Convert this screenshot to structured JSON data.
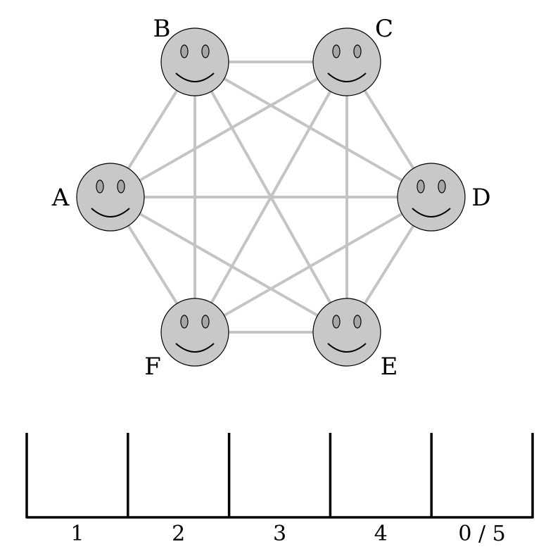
{
  "colors": {
    "edge": "#c4c4c4",
    "face_fill": "#c8c8c8",
    "eye_fill": "#a6a6a6",
    "outline": "#000000",
    "background": "#ffffff"
  },
  "graph": {
    "type": "complete-graph",
    "nodes": [
      {
        "id": "A",
        "label": "A",
        "icon": "smiley-face-icon"
      },
      {
        "id": "B",
        "label": "B",
        "icon": "smiley-face-icon"
      },
      {
        "id": "C",
        "label": "C",
        "icon": "smiley-face-icon"
      },
      {
        "id": "D",
        "label": "D",
        "icon": "smiley-face-icon"
      },
      {
        "id": "E",
        "label": "E",
        "icon": "smiley-face-icon"
      },
      {
        "id": "F",
        "label": "F",
        "icon": "smiley-face-icon"
      }
    ],
    "edges": [
      [
        "A",
        "B"
      ],
      [
        "A",
        "C"
      ],
      [
        "A",
        "D"
      ],
      [
        "A",
        "E"
      ],
      [
        "A",
        "F"
      ],
      [
        "B",
        "C"
      ],
      [
        "B",
        "D"
      ],
      [
        "B",
        "E"
      ],
      [
        "B",
        "F"
      ],
      [
        "C",
        "D"
      ],
      [
        "C",
        "E"
      ],
      [
        "C",
        "F"
      ],
      [
        "D",
        "E"
      ],
      [
        "D",
        "F"
      ],
      [
        "E",
        "F"
      ]
    ]
  },
  "slots": {
    "labels": [
      "1",
      "2",
      "3",
      "4",
      "0 / 5"
    ]
  }
}
